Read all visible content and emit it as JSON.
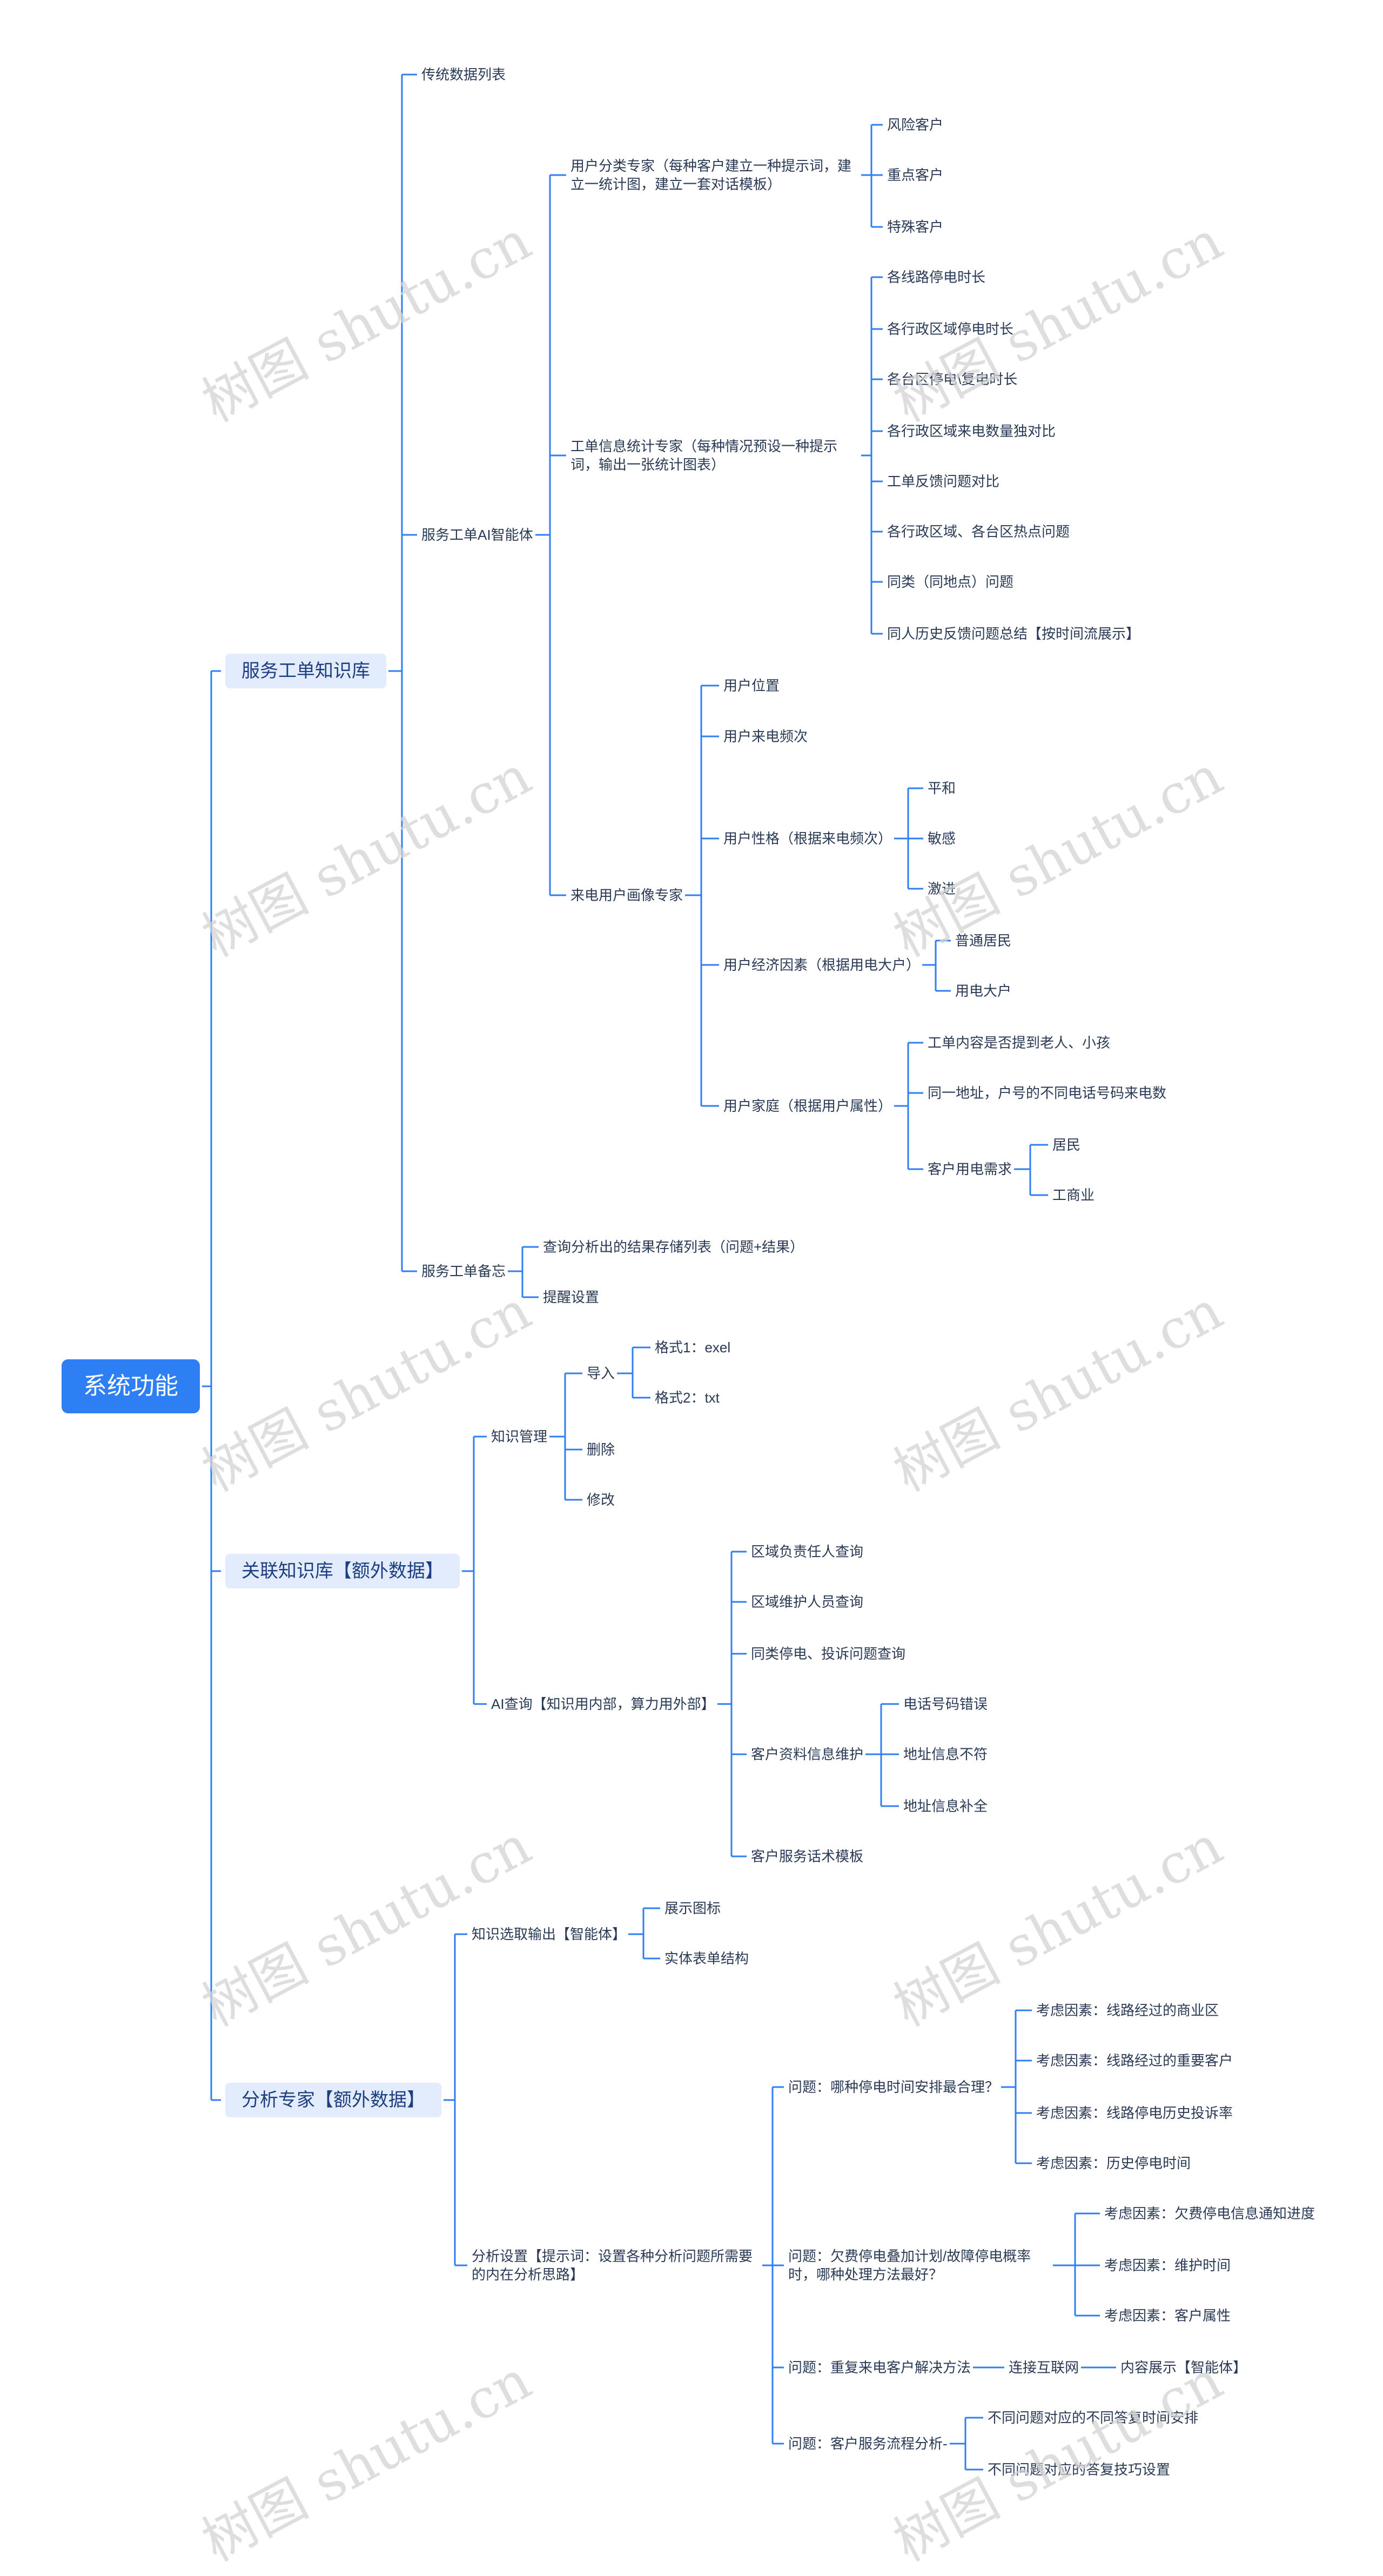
{
  "watermark": "树图 shutu.cn",
  "colors": {
    "line": "#2d7ff3",
    "root_bg": "#2d7ff3",
    "box_bg": "#e3ecfc"
  },
  "nodes": {
    "root": "系统功能",
    "a": "服务工单知识库",
    "a1": "传统数据列表",
    "a2": "服务工单AI智能体",
    "a21": "用户分类专家（每种客户建立一种提示词，建立一统计图，建立一套对话模板）",
    "a211": "风险客户",
    "a212": "重点客户",
    "a213": "特殊客户",
    "a22": "工单信息统计专家（每种情况预设一种提示词，输出一张统计图表）",
    "a221": "各线路停电时长",
    "a222": "各行政区域停电时长",
    "a223": "各台区停电\\复电时长",
    "a224": "各行政区域来电数量独对比",
    "a225": "工单反馈问题对比",
    "a226": "各行政区域、各台区热点问题",
    "a227": "同类（同地点）问题",
    "a228": "同人历史反馈问题总结【按时间流展示】",
    "a23": "来电用户画像专家",
    "a231": "用户位置",
    "a232": "用户来电频次",
    "a233": "用户性格（根据来电频次）",
    "a2331": "平和",
    "a2332": "敏感",
    "a2333": "激进",
    "a234": "用户经济因素（根据用电大户）",
    "a2341": "普通居民",
    "a2342": "用电大户",
    "a235": "用户家庭（根据用户属性）",
    "a2351": "工单内容是否提到老人、小孩",
    "a2352": "同一地址，户号的不同电话号码来电数",
    "a2353": "客户用电需求",
    "a23531": "居民",
    "a23532": "工商业",
    "a3": "服务工单备忘",
    "a31": "查询分析出的结果存储列表（问题+结果）",
    "a32": "提醒设置",
    "b": "关联知识库【额外数据】",
    "b1": "知识管理",
    "b11": "导入",
    "b111": "格式1：exel",
    "b112": "格式2：txt",
    "b12": "删除",
    "b13": "修改",
    "b2": "AI查询【知识用内部，算力用外部】",
    "b21": "区域负责任人查询",
    "b22": "区域维护人员查询",
    "b23": "同类停电、投诉问题查询",
    "b24": "客户资料信息维护",
    "b241": "电话号码错误",
    "b242": "地址信息不符",
    "b243": "地址信息补全",
    "b25": "客户服务话术模板",
    "c": "分析专家【额外数据】",
    "c1": "知识选取输出【智能体】",
    "c11": "展示图标",
    "c12": "实体表单结构",
    "c2": "分析设置【提示词：设置各种分析问题所需要的内在分析思路】",
    "c21": "问题：哪种停电时间安排最合理？",
    "c211": "考虑因素：线路经过的商业区",
    "c212": "考虑因素：线路经过的重要客户",
    "c213": "考虑因素：线路停电历史投诉率",
    "c214": "考虑因素：历史停电时间",
    "c22": "问题：欠费停电叠加计划/故障停电概率时，哪种处理方法最好？",
    "c221": "考虑因素：欠费停电信息通知进度",
    "c222": "考虑因素：维护时间",
    "c223": "考虑因素：客户属性",
    "c23": "问题：重复来电客户解决方法",
    "c231": "连接互联网",
    "c2311": "内容展示【智能体】",
    "c24": "问题：客户服务流程分析-",
    "c241": "不同问题对应的不同答复时间安排",
    "c242": "不同问题对应的答复技巧设置"
  }
}
